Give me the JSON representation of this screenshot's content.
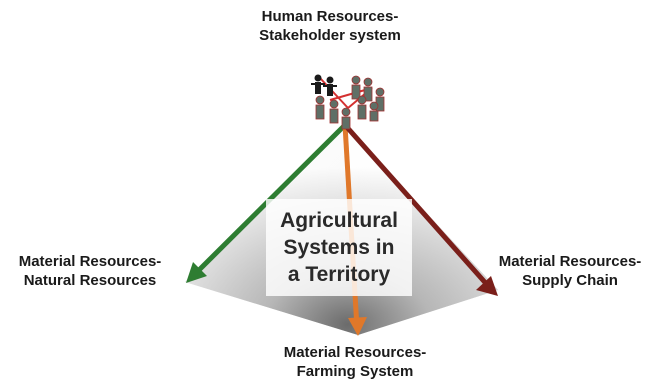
{
  "nodes": {
    "top": {
      "line1": "Human Resources-",
      "line2": "Stakeholder system"
    },
    "left": {
      "line1": "Material Resources-",
      "line2": "Natural Resources"
    },
    "right": {
      "line1": "Material Resources-",
      "line2": "Supply Chain"
    },
    "bottom": {
      "line1": "Material Resources-",
      "line2": "Farming System"
    }
  },
  "center": {
    "line1": "Agricultural",
    "line2": "Systems in",
    "line3": "a Territory"
  },
  "colors": {
    "left_arrow": "#2e7d32",
    "bottom_arrow": "#e0782a",
    "right_arrow": "#7a1f1a",
    "pyramid_face": "#d8d8d8"
  },
  "icons": [
    "stakeholder-people-icon"
  ]
}
